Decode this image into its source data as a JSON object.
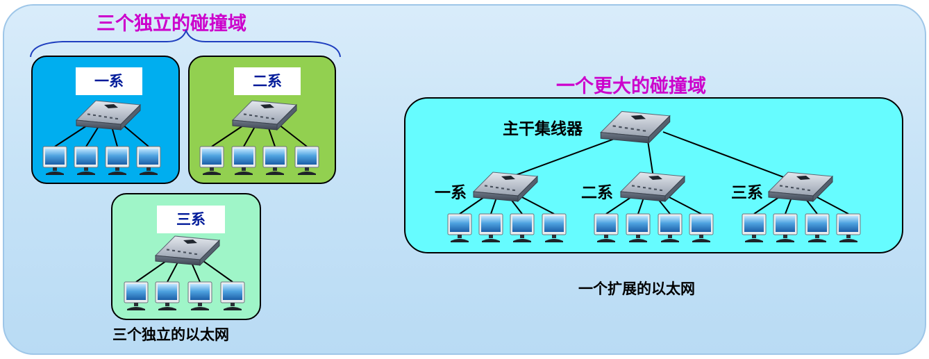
{
  "left": {
    "title": "三个独立的碰撞域",
    "caption": "三个独立的以太网",
    "groups": [
      {
        "label": "一系",
        "fill": "#00aeef"
      },
      {
        "label": "二系",
        "fill": "#92d050"
      },
      {
        "label": "三系",
        "fill": "#9ff5c8"
      }
    ]
  },
  "right": {
    "title": "一个更大的碰撞域",
    "caption": "一个扩展的以太网",
    "backbone_label": "主干集线器",
    "fill": "#66fcff",
    "departments": [
      "一系",
      "二系",
      "三系"
    ]
  },
  "colors": {
    "title": "#cc00cc",
    "group_label": "#001a99",
    "brace": "#1f3fbf"
  }
}
